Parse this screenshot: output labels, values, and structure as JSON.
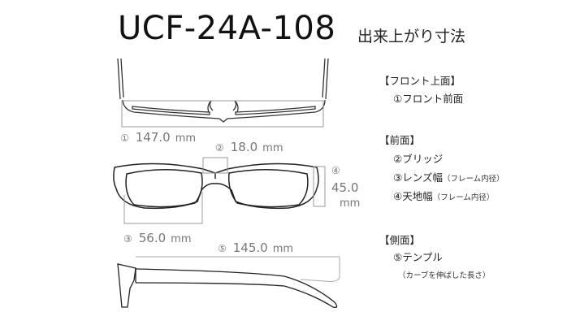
{
  "header": {
    "model": "UCF-24A-108",
    "subtitle": "出来上がり寸法"
  },
  "dimensions": [
    {
      "num": "①",
      "value": "147.0",
      "unit": "mm"
    },
    {
      "num": "②",
      "value": "18.0",
      "unit": "mm"
    },
    {
      "num": "③",
      "value": "56.0",
      "unit": "mm"
    },
    {
      "num": "④",
      "value": "45.0",
      "unit": "mm"
    },
    {
      "num": "⑤",
      "value": "145.0",
      "unit": "mm"
    }
  ],
  "legend": {
    "front_top": {
      "heading": "【フロント上面】",
      "items": [
        "①フロント前面"
      ]
    },
    "front": {
      "heading": "【前面】",
      "items": [
        "②ブリッジ",
        "③レンズ幅",
        "④天地幅"
      ],
      "note": "（フレーム内径）"
    },
    "side": {
      "heading": "【側面】",
      "items": [
        "⑤テンプル"
      ],
      "note": "（カーブを伸ばした長さ）"
    }
  }
}
